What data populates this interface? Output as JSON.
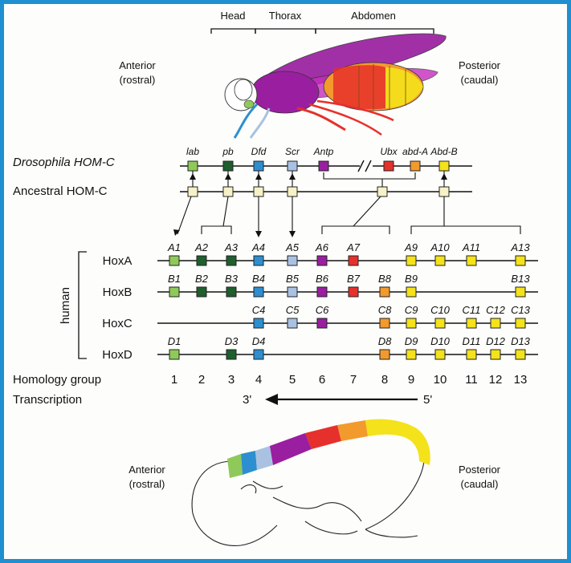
{
  "fly": {
    "segments": [
      "Head",
      "Thorax",
      "Abdomen"
    ],
    "anterior": [
      "Anterior",
      "(rostral)"
    ],
    "posterior": [
      "Posterior",
      "(caudal)"
    ]
  },
  "drosophila": {
    "label_italic": "Drosophila",
    "label_rest": "HOM-C",
    "genes": [
      "lab",
      "pb",
      "Dfd",
      "Scr",
      "Antp",
      "Ubx",
      "abd-A",
      "Abd-B"
    ]
  },
  "ancestral": {
    "label": "Ancestral HOM-C"
  },
  "human": {
    "bracket_label": "human",
    "clusters": [
      {
        "name": "HoxA",
        "genes": [
          "A1",
          "A2",
          "A3",
          "A4",
          "A5",
          "A6",
          "A7",
          "A9",
          "A10",
          "A11",
          "A13"
        ]
      },
      {
        "name": "HoxB",
        "genes": [
          "B1",
          "B2",
          "B3",
          "B4",
          "B5",
          "B6",
          "B7",
          "B8",
          "B9",
          "B13"
        ]
      },
      {
        "name": "HoxC",
        "genes": [
          "C4",
          "C5",
          "C6",
          "C8",
          "C9",
          "C10",
          "C11",
          "C12",
          "C13"
        ]
      },
      {
        "name": "HoxD",
        "genes": [
          "D1",
          "D3",
          "D4",
          "D8",
          "D9",
          "D10",
          "D11",
          "D12",
          "D13"
        ]
      }
    ]
  },
  "homology": {
    "label": "Homology group",
    "groups": [
      "1",
      "2",
      "3",
      "4",
      "5",
      "6",
      "7",
      "8",
      "9",
      "10",
      "11",
      "12",
      "13"
    ]
  },
  "transcription": {
    "label": "Transcription",
    "left": "3'",
    "right": "5'"
  },
  "embryo": {
    "anterior": [
      "Anterior",
      "(rostral)"
    ],
    "posterior": [
      "Posterior",
      "(caudal)"
    ]
  },
  "colors": {
    "g1": "#8fc95a",
    "g2": "#1f5e2e",
    "g3": "#1f5e2e",
    "g4": "#2d8fd0",
    "g5": "#a9c2e2",
    "g6": "#9a1fa0",
    "g7": "#e6302c",
    "g8": "#f39a2c",
    "post": "#f4e21a",
    "ancestral": "#f7f1c8",
    "frame": "#1f8fd1"
  }
}
